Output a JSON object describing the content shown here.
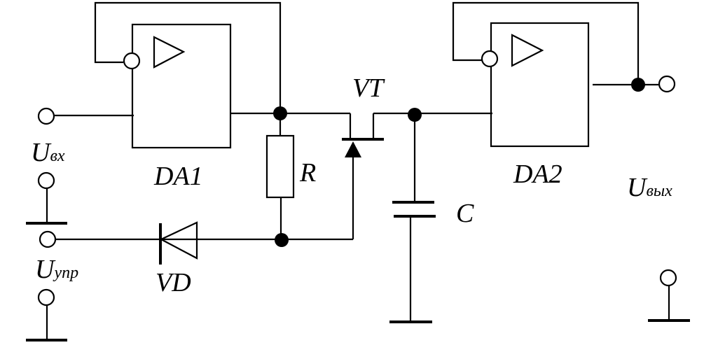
{
  "components": {
    "da1": "DA1",
    "da2": "DA2",
    "r": "R",
    "c": "C",
    "vt": "VT",
    "vd": "VD"
  },
  "terminals": {
    "u_in": {
      "main": "U",
      "sub": "вх"
    },
    "u_ctrl": {
      "main": "U",
      "sub": "упр"
    },
    "u_out": {
      "main": "U",
      "sub": "вых"
    }
  }
}
